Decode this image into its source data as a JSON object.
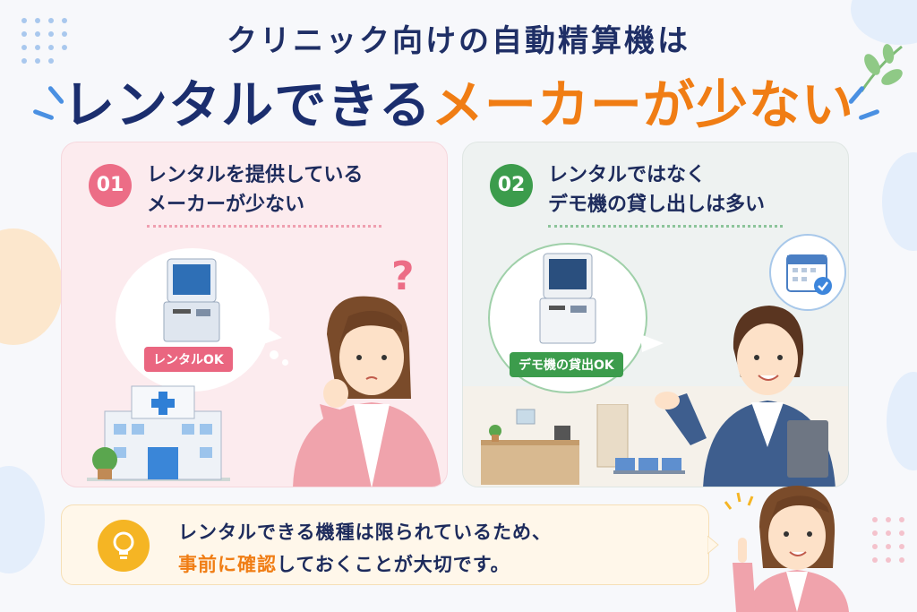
{
  "header": {
    "line1": "クリニック向けの自動精算機は",
    "line2_navy": "レンタルできる",
    "line2_orange": "メーカーが少ない"
  },
  "cards": [
    {
      "number": "01",
      "line1": "レンタルを提供している",
      "line2": "メーカーが少ない",
      "badge": "レンタルOK",
      "question_mark": "?"
    },
    {
      "number": "02",
      "line1": "レンタルではなく",
      "line2": "デモ機の貸し出しは多い",
      "badge": "デモ機の貸出OK"
    }
  ],
  "tip": {
    "line1": "レンタルできる機種は限られているため、",
    "line2_highlight": "事前に確認",
    "line2_rest": "しておくことが大切です。"
  },
  "colors": {
    "navy": "#1b2e6e",
    "orange": "#f07d14",
    "pink": "#ec6d86",
    "green": "#3c9c4c",
    "tip_bg": "#fff7ea"
  },
  "icons": [
    "hospital-icon",
    "calendar-check-icon",
    "lightbulb-icon",
    "leaf-icon"
  ]
}
